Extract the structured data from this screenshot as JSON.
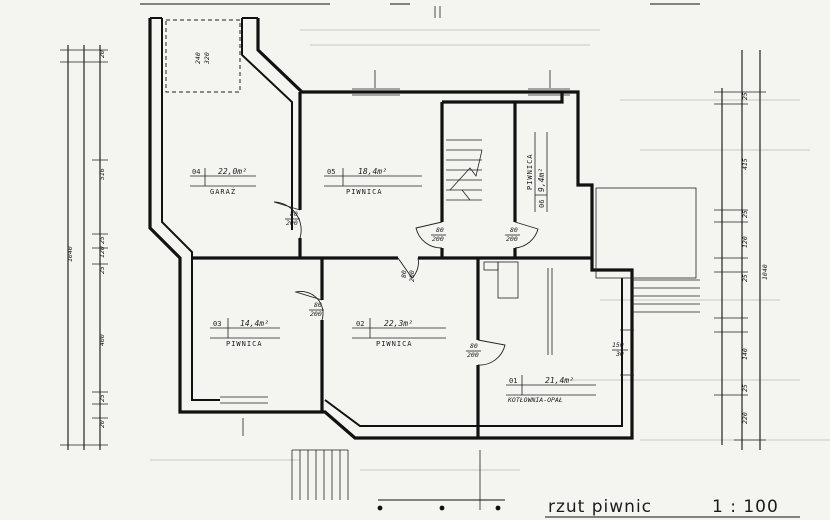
{
  "title": "rzut piwnic",
  "scale": "1 : 100",
  "rooms": [
    {
      "num": "04",
      "area": "22,0m²",
      "name": "GARAŻ"
    },
    {
      "num": "05",
      "area": "18,4m²",
      "name": "PIWNICA"
    },
    {
      "num": "06",
      "area": "9,4m²",
      "name": "PIWNICA"
    },
    {
      "num": "03",
      "area": "14,4m²",
      "name": "PIWNICA"
    },
    {
      "num": "02",
      "area": "22,3m²",
      "name": "PIWNICA"
    },
    {
      "num": "01",
      "area": "21,4m²",
      "name": "KOTŁOWNIA-OPAŁ"
    }
  ],
  "doors": [
    {
      "top": "80",
      "bottom": "200"
    },
    {
      "top": "80",
      "bottom": "200"
    },
    {
      "top": "80",
      "bottom": "200"
    },
    {
      "top": "80",
      "bottom": "200"
    },
    {
      "top": "80",
      "bottom": "200"
    },
    {
      "top": "80",
      "bottom": "200"
    }
  ],
  "windows": [
    {
      "top": "240",
      "bottom": "320"
    },
    {
      "top": "150",
      "bottom": "30"
    }
  ],
  "left_dims": [
    "20",
    "516",
    "25",
    "120",
    "25",
    "400",
    "25",
    "20"
  ],
  "left_total": "1040",
  "right_dims": [
    "25",
    "415",
    "25",
    "120",
    "25",
    "140",
    "25",
    "220"
  ],
  "right_total": "1040",
  "colors": {
    "ink": "#111111",
    "paper": "#f4f4f1"
  }
}
